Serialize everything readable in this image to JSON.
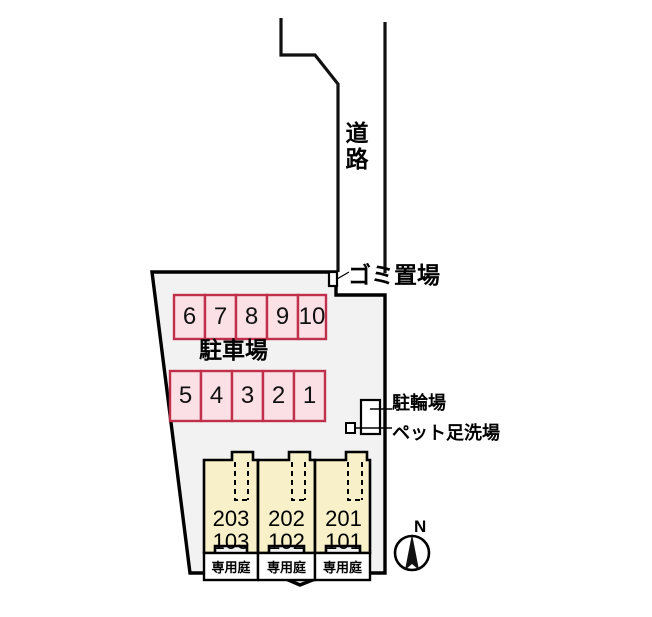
{
  "plan": {
    "title": "apartment-site-plan",
    "colors": {
      "lot_fill": "#f2f2f2",
      "stall_fill": "#fbe0e6",
      "stall_border": "#c0304a",
      "building_fill": "#f7f0c8",
      "garden_fill": "#ffffff",
      "outline": "#000000"
    }
  },
  "labels": {
    "road": "道路",
    "trash": "ゴミ置場",
    "bicycle": "駐輪場",
    "pet_wash": "ペット足洗場",
    "parking": "駐車場",
    "north": "N"
  },
  "parking": {
    "top_row": [
      "6",
      "7",
      "8",
      "9",
      "10"
    ],
    "bottom_row": [
      "5",
      "4",
      "3",
      "2",
      "1"
    ]
  },
  "building": {
    "units": [
      {
        "upper": "203",
        "lower": "103",
        "garden": "専用庭"
      },
      {
        "upper": "202",
        "lower": "102",
        "garden": "専用庭"
      },
      {
        "upper": "201",
        "lower": "101",
        "garden": "専用庭"
      }
    ]
  }
}
